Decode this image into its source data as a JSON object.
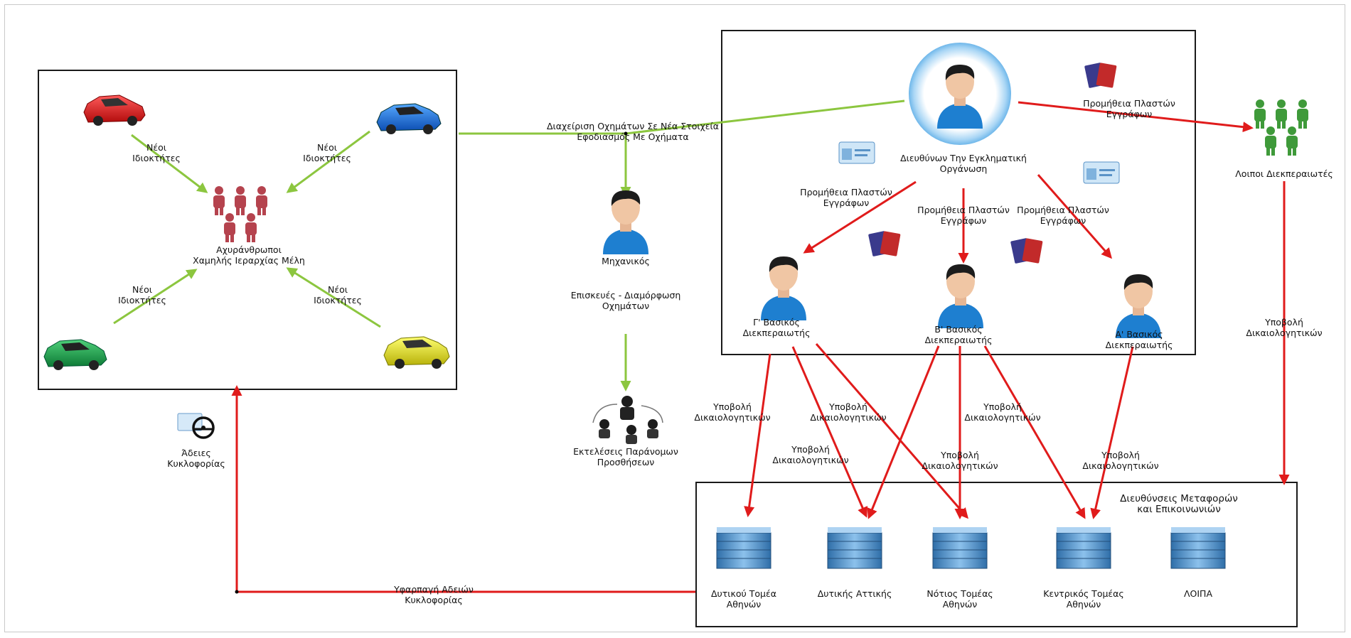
{
  "colors": {
    "red_arrow": "#e01b1b",
    "green_arrow": "#8cc63f",
    "person_red": "#b5434e",
    "person_green": "#3f9a3a",
    "shirt_blue": "#1e7fd0",
    "building_blue": "#4a8fc9"
  },
  "owners_box": {
    "members_label": [
      "Αχυράνθρωποι",
      "Χαμηλής Ιεραρχίας Μέλη"
    ],
    "new_owners_label": [
      "Νέοι",
      "Ιδιοκτήτες"
    ]
  },
  "management_label": [
    "Διαχείριση Οχημάτων Σε Νέα Στοιχεία",
    "Εφοδιασμός Με Οχήματα"
  ],
  "mechanic": {
    "name": "Μηχανικός",
    "action": [
      "Επισκευές - Διαμόρφωση",
      "Οχημάτων"
    ],
    "result": [
      "Εκτελέσεις Παράνομων",
      "Προσθήσεων"
    ]
  },
  "organization": {
    "leader": [
      "Διευθύνων Την Εγκληματική",
      "Οργάνωση"
    ],
    "supply_label": [
      "Προμήθεια Πλαστών",
      "Εγγράφων"
    ],
    "brokers": [
      [
        "Γ' Βασικός",
        "Διεκπεραιωτής"
      ],
      [
        "Β' Βασικός",
        "Διεκπεραιωτής"
      ],
      [
        "Α' Βασικός",
        "Διεκπεραιωτής"
      ]
    ]
  },
  "other_brokers": "Λοιποι Διεκπεραιωτές",
  "submit_label": [
    "Υποβολή",
    "Δικαιολογητικών"
  ],
  "transport": {
    "title": [
      "Διευθύνσεις Μεταφορών",
      "και Επικοινωνιών"
    ],
    "offices": [
      [
        "Δυτικού Τομέα",
        "Αθηνών"
      ],
      [
        "Δυτικής Αττικής"
      ],
      [
        "Νότιος Τομέας",
        "Αθηνών"
      ],
      [
        "Κεντρικός Τομέας",
        "Αθηνών"
      ],
      [
        "ΛΟΙΠΑ"
      ]
    ]
  },
  "theft_label": [
    "Υφαρπαγή Αδειών",
    "Κυκλοφορίας"
  ],
  "licenses_label": [
    "Άδειες",
    "Κυκλοφορίας"
  ],
  "icons": {
    "car": "car-icon",
    "person": "person-icon",
    "group": "group-icon",
    "id_card": "id-card-icon",
    "passport": "passport-icon",
    "building": "building-icon",
    "license": "steering-wheel-icon"
  }
}
